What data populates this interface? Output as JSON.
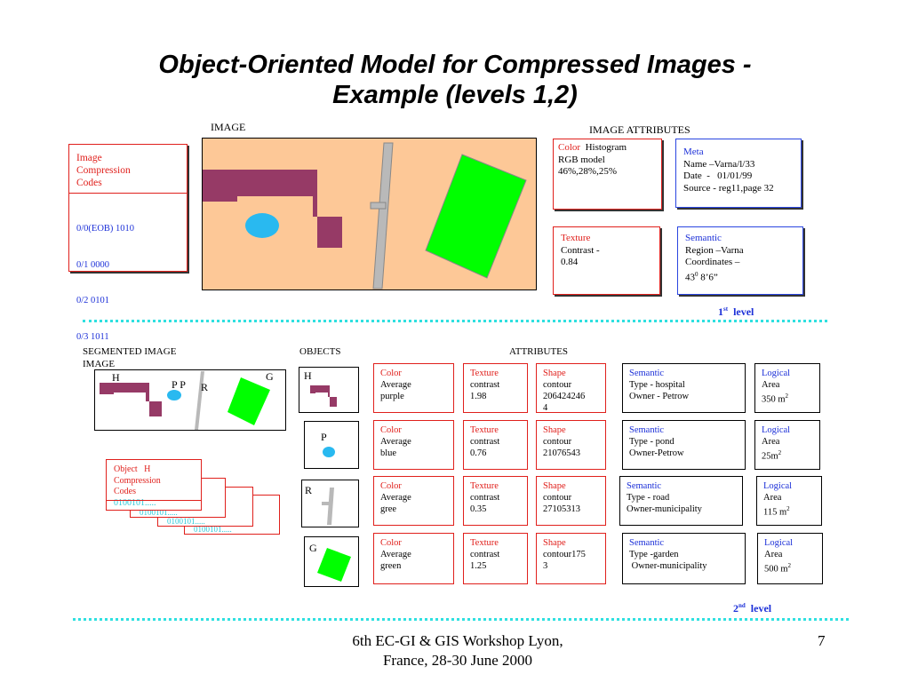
{
  "title": {
    "line1": "Object-Oriented Model for Compressed Images -",
    "line2": "Example (levels 1,2)"
  },
  "level1": {
    "image_label": "IMAGE",
    "attributes_label": "IMAGE  ATTRIBUTES",
    "codes_box": {
      "title": [
        "Image",
        "Compression",
        "Codes"
      ],
      "rows": [
        "0/0(EOB) 1010",
        "0/1           0000",
        "0/2           0101",
        "0/3           1011"
      ]
    },
    "color_box": {
      "label": "Color",
      "rest": "  Histogram",
      "lines": [
        "RGB model",
        "46%,28%,25%"
      ]
    },
    "meta_box": {
      "label": "Meta",
      "lines": [
        "Name –Varna/l/33",
        "Date  -   01/01/99",
        "Source - reg11,page 32"
      ]
    },
    "texture_box": {
      "label": "Texture",
      "lines": [
        "Contrast -",
        "0.84"
      ]
    },
    "semantic_box": {
      "label": "Semantic",
      "lines": [
        "Region –Varna",
        "Coordinates –",
        "43",
        "0",
        " 8’6”"
      ]
    },
    "level_text": {
      "num": "1",
      "sup": "st",
      "rest": "  level"
    }
  },
  "level2": {
    "segmented_label": "SEGMENTED IMAGE",
    "image_label": "IMAGE",
    "objects_label": "OBJECTS",
    "attributes_label": "ATTRIBUTES",
    "seg_letters": {
      "h": "H",
      "p": "P P",
      "r": "R",
      "g": "G"
    },
    "object_letters": [
      "H",
      "P",
      "R",
      "G"
    ],
    "object_codes": {
      "title": [
        "Object   H",
        "Compression",
        "Codes"
      ],
      "code": "0100101.....",
      "stack_codes": [
        "0100101.....",
        "0100101.....",
        "0100101....."
      ]
    },
    "rows": [
      {
        "color": {
          "label": "Color",
          "lines": [
            "Average",
            "purple"
          ]
        },
        "texture": {
          "label": "Texture",
          "lines": [
            "contrast",
            "1.98"
          ]
        },
        "shape": {
          "label": "Shape",
          "lines": [
            "contour",
            "206424246",
            "4"
          ]
        },
        "semantic": {
          "label": "Semantic",
          "lines": [
            "Type - hospital",
            "Owner - Petrow"
          ]
        },
        "logical": {
          "label": "Logical",
          "line1": "Area",
          "area": "350 m",
          "sup": "2"
        }
      },
      {
        "color": {
          "label": "Color",
          "lines": [
            "Average",
            "blue"
          ]
        },
        "texture": {
          "label": "Texture",
          "lines": [
            "contrast",
            "0.76"
          ]
        },
        "shape": {
          "label": "Shape",
          "lines": [
            "contour",
            "21076543"
          ]
        },
        "semantic": {
          "label": "Semantic",
          "lines": [
            "Type - pond",
            "Owner-Petrow"
          ]
        },
        "logical": {
          "label": "Logical",
          "line1": "Area",
          "area": "25m",
          "sup": "2"
        }
      },
      {
        "color": {
          "label": "Color",
          "lines": [
            "Average",
            "gree"
          ]
        },
        "texture": {
          "label": "Texture",
          "lines": [
            "contrast",
            "0.35"
          ]
        },
        "shape": {
          "label": "Shape",
          "lines": [
            "contour",
            "27105313"
          ]
        },
        "semantic": {
          "label": "Semantic",
          "lines": [
            "Type - road",
            "Owner-municipality"
          ]
        },
        "logical": {
          "label": "Logical",
          "line1": "Area",
          "area": "115 m",
          "sup": "2"
        }
      },
      {
        "color": {
          "label": "Color",
          "lines": [
            "Average",
            "green"
          ]
        },
        "texture": {
          "label": "Texture",
          "lines": [
            "contrast",
            "1.25"
          ]
        },
        "shape": {
          "label": "Shape",
          "lines": [
            "contour175",
            "3"
          ]
        },
        "semantic": {
          "label": "Semantic",
          "lines": [
            "Type -garden",
            " Owner-municipality"
          ]
        },
        "logical": {
          "label": "Logical",
          "line1": "Area",
          "area": "500 m",
          "sup": "2"
        }
      }
    ],
    "level_text": {
      "num": "2",
      "sup": "nd",
      "rest": "  level"
    }
  },
  "footer": {
    "line1": "6th EC-GI & GIS Workshop Lyon,",
    "line2": "France, 28-30 June 2000",
    "page": "7"
  },
  "colors": {
    "peach": "#fdc897",
    "purple": "#963a66",
    "blue": "#29b9f0",
    "green": "#00ff00",
    "road": "#b9b9b9",
    "red": "#e0201c",
    "accent_blue": "#1c30d8",
    "cyan": "#2fe0e0"
  }
}
